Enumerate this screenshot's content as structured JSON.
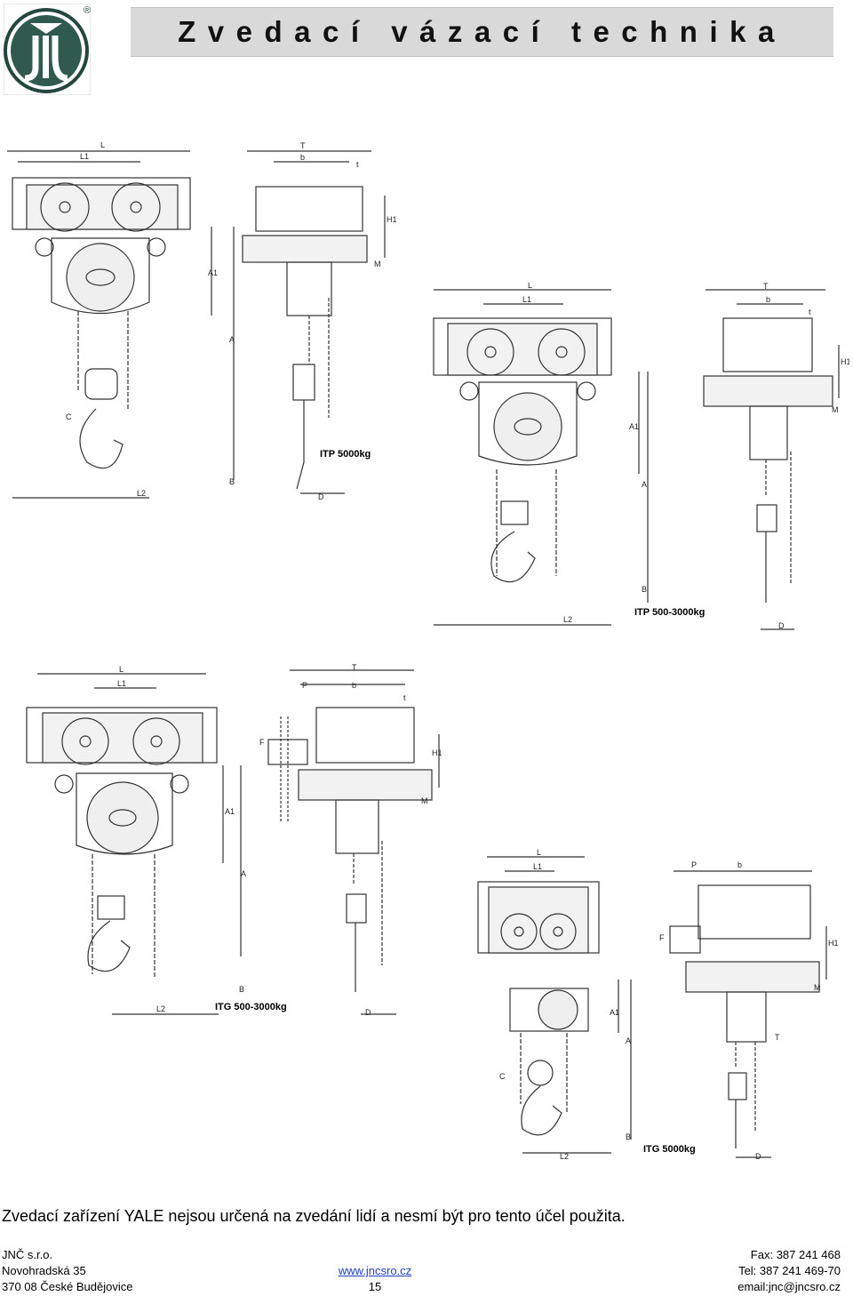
{
  "header": {
    "title": "Zvedací vázací technika"
  },
  "logo": {
    "icon": "jnc-logo-icon",
    "text": "JČ",
    "registered": "®"
  },
  "drawings": [
    {
      "model": "ITP 5000kg",
      "side_labels": [
        "L",
        "L1",
        "A1",
        "A",
        "B",
        "L2",
        "C"
      ],
      "front_labels": [
        "T",
        "b",
        "t",
        "H1",
        "M",
        "D"
      ]
    },
    {
      "model": "ITP 500-3000kg",
      "side_labels": [
        "L",
        "L1",
        "A1",
        "A",
        "B",
        "L2"
      ],
      "front_labels": [
        "T",
        "b",
        "t",
        "H1",
        "M",
        "D"
      ]
    },
    {
      "model": "ITG 500-3000kg",
      "side_labels": [
        "L",
        "L1",
        "A1",
        "A",
        "B",
        "L2"
      ],
      "front_labels": [
        "T",
        "P",
        "b",
        "t",
        "F",
        "H1",
        "M",
        "D"
      ]
    },
    {
      "model": "ITG 5000kg",
      "side_labels": [
        "L",
        "L1",
        "A1",
        "A",
        "B",
        "L2",
        "C"
      ],
      "front_labels": [
        "P",
        "b",
        "F",
        "H1",
        "M",
        "T",
        "D"
      ]
    }
  ],
  "notice": "Zvedací zařízení YALE nejsou určená na zvedání lidí a nesmí být pro tento účel použita.",
  "footer": {
    "company": "JNČ s.r.o.",
    "street": "Novohradská 35",
    "city": "370 08 České Budějovice",
    "website": "www.jncsro.cz",
    "page": "15",
    "fax": "Fax: 387 241 468",
    "tel": "Tel: 387 241 469-70",
    "email": "email:jnc@jncsro.cz"
  }
}
